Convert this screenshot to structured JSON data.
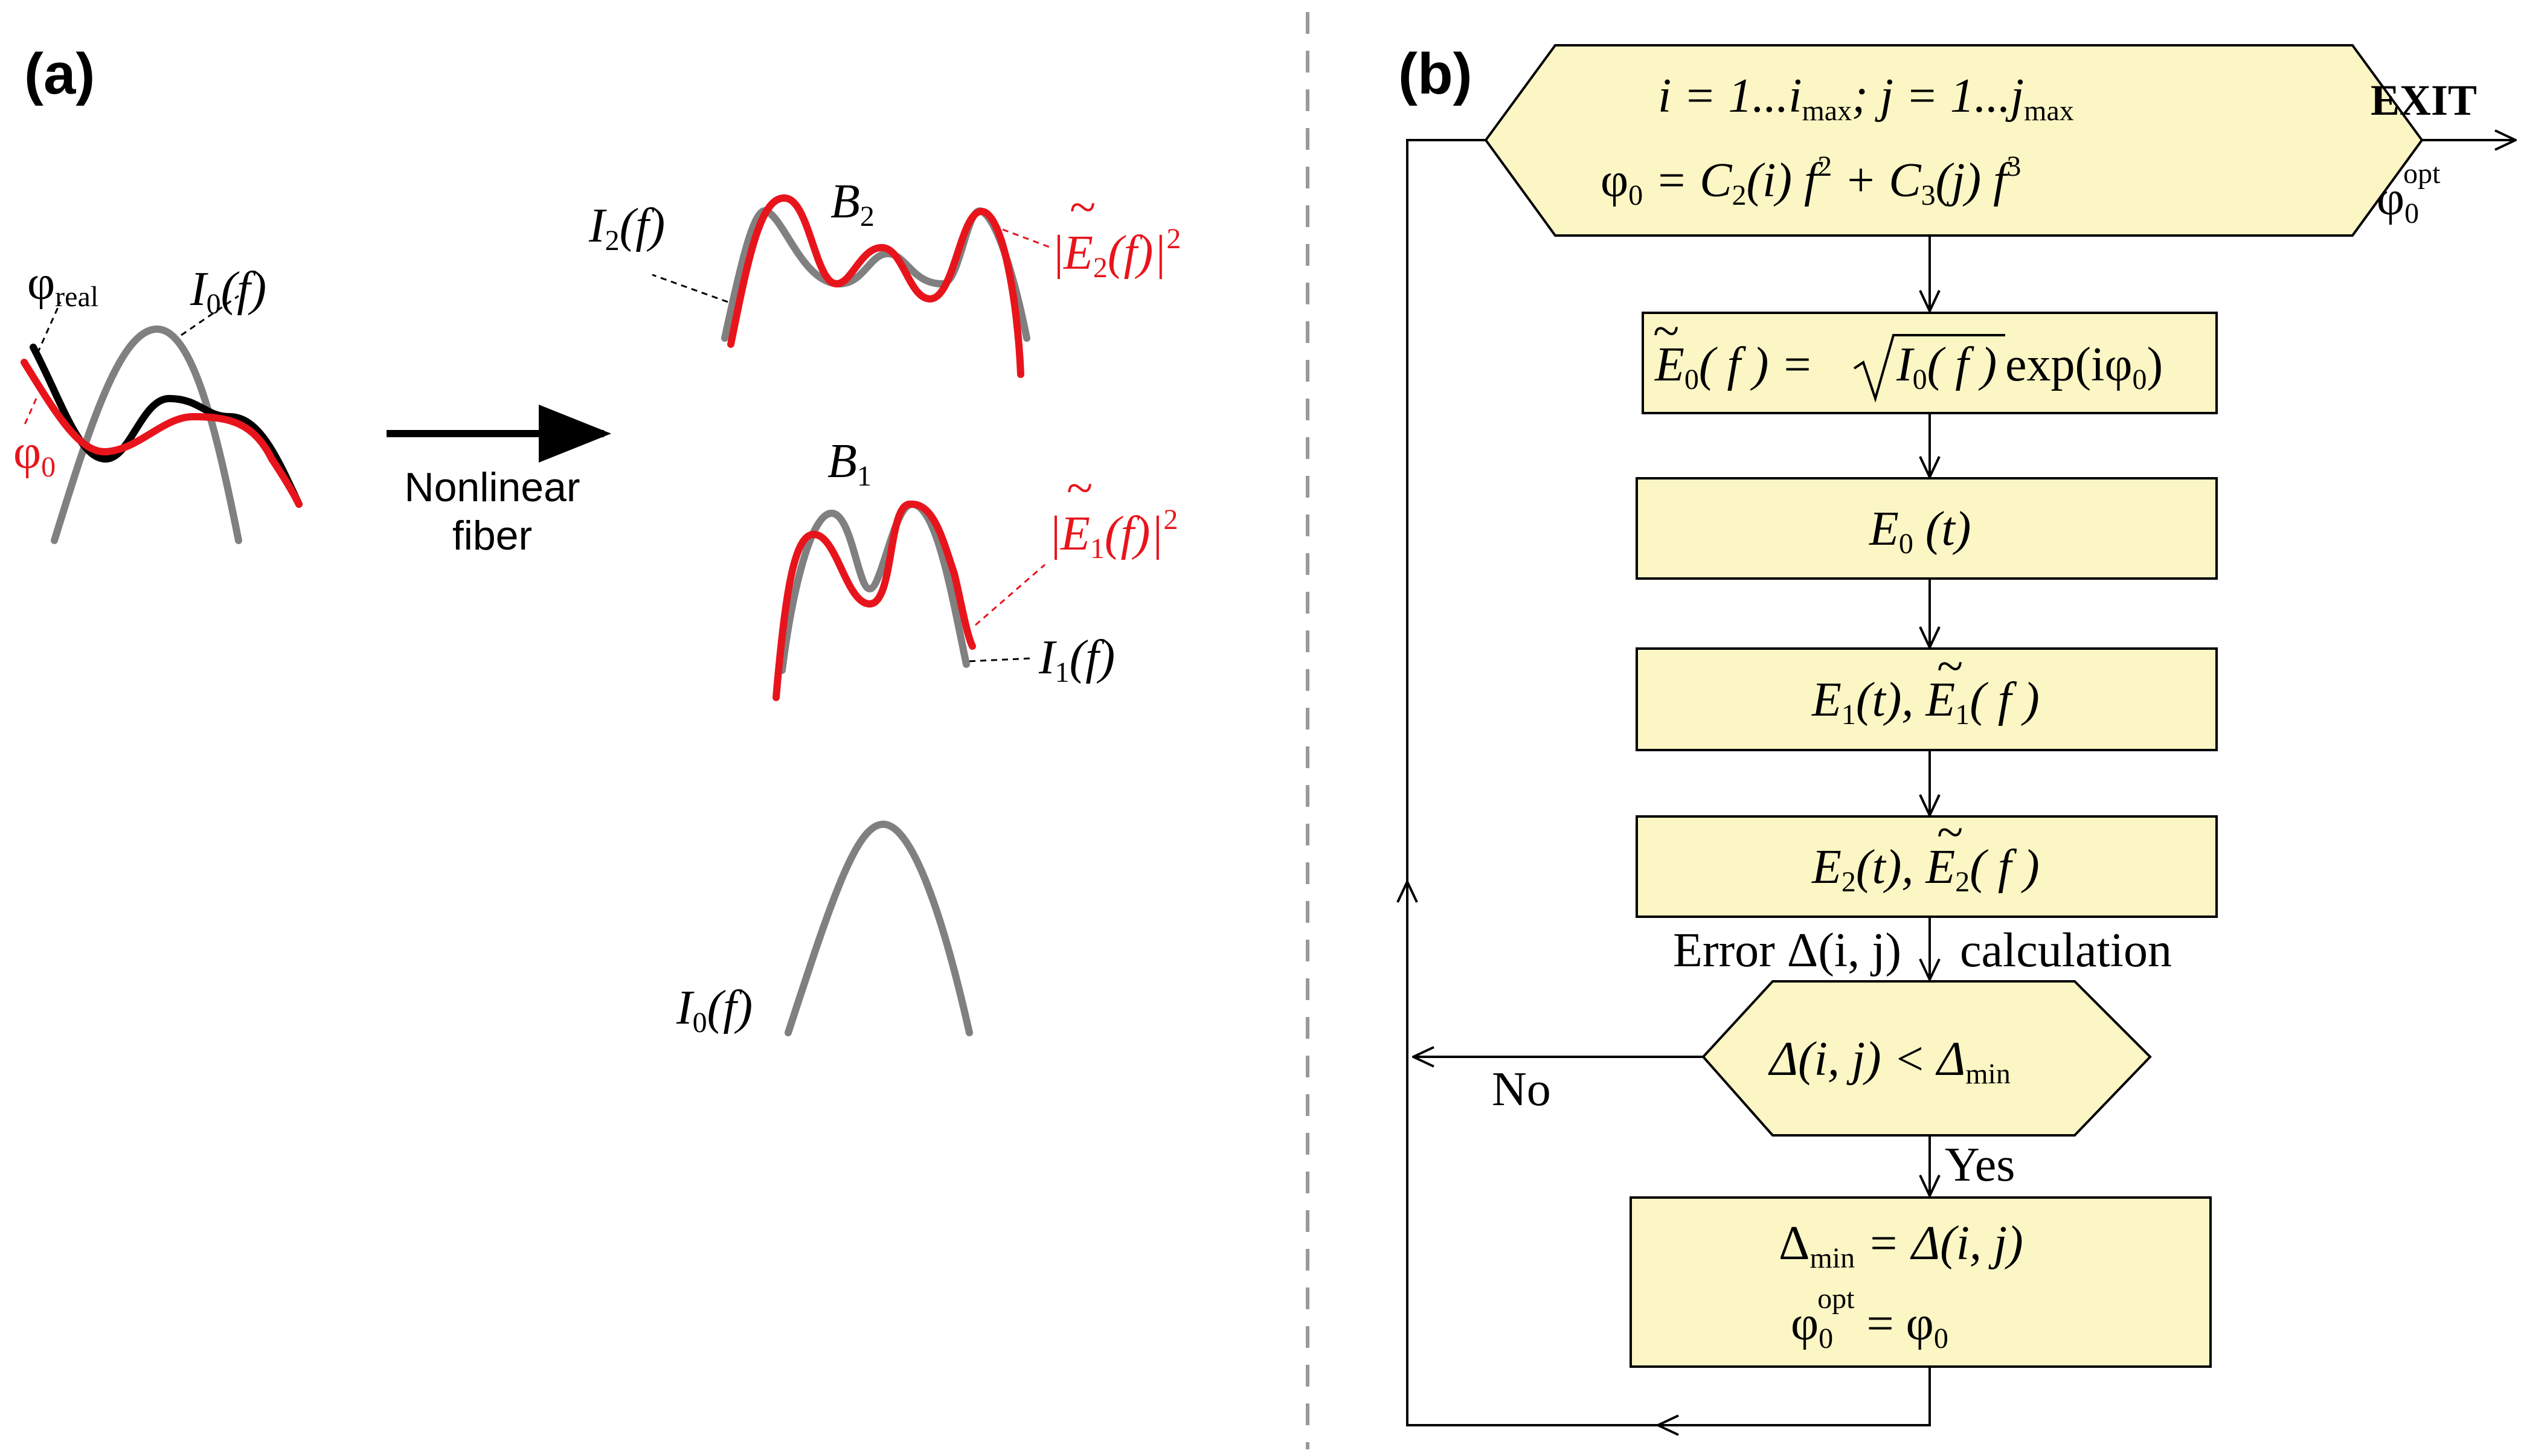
{
  "panels": {
    "a": {
      "label": "(a)",
      "input_phase_real_label": "φ",
      "input_phase_real_sub": "real",
      "input_phase_label": "φ",
      "input_phase_sub": "0",
      "input_spectrum_label_I": "I",
      "input_spectrum_label_sub": "0",
      "input_spectrum_label_arg": "(f)",
      "arrow_label_line1": "Nonlinear",
      "arrow_label_line2": "fiber",
      "top_I": "I",
      "top_I_sub": "2",
      "top_I_arg": "(f)",
      "top_B": "B",
      "top_B_sub": "2",
      "top_E_label_pre": "|",
      "top_E_label_E": "E",
      "top_E_label_sub": "2",
      "top_E_label_post": "(f)|",
      "top_E_label_sup": "2",
      "mid_B": "B",
      "mid_B_sub": "1",
      "mid_E_label_pre": "|",
      "mid_E_label_E": "E",
      "mid_E_label_sub": "1",
      "mid_E_label_post": "(f)|",
      "mid_E_label_sup": "2",
      "mid_I": "I",
      "mid_I_sub": "1",
      "mid_I_arg": "(f)",
      "bot_I": "I",
      "bot_I_sub": "0",
      "bot_I_arg": "(f)"
    },
    "b": {
      "label": "(b)",
      "loop_line1": "i = 1...i",
      "loop_line1_sub": "max",
      "loop_line1_mid": "; j = 1...j",
      "loop_line1_sub2": "max",
      "loop_line2_phi": "φ",
      "loop_line2_sub": "0",
      "loop_line2_rest": " = C",
      "loop_line2_c2sub": "2",
      "loop_line2_mid": "(i) f",
      "loop_line2_sup1": "2",
      "loop_line2_plus": " + C",
      "loop_line2_c3sub": "3",
      "loop_line2_end": "(j) f",
      "loop_line2_sup2": "3",
      "exit_label": "EXIT",
      "exit_phi": "φ",
      "exit_sub": "0",
      "exit_sup": "opt",
      "box1_E": "E",
      "box1_sub": "0",
      "box1_rest": "( f ) =",
      "box1_root": "I",
      "box1_root_sub": "0",
      "box1_root_arg": "( f )",
      "box1_exp": " exp(iφ",
      "box1_exp_sub": "0",
      "box1_exp_end": ")",
      "box2_E": "E",
      "box2_sub": "0",
      "box2_arg": " (t)",
      "box3_E": "E",
      "box3_sub": "1",
      "box3_arg": "(t), ",
      "box3_E2": "E",
      "box3_sub2": "1",
      "box3_arg2": "( f )",
      "box4_E": "E",
      "box4_sub": "2",
      "box4_arg": "(t), ",
      "box4_E2": "E",
      "box4_sub2": "2",
      "box4_arg2": "( f )",
      "error_left": "Error Δ(i, j)",
      "error_right": "calculation",
      "decision": "Δ(i, j) < Δ",
      "decision_sub": "min",
      "no_label": "No",
      "yes_label": "Yes",
      "final_line1_pre": "Δ",
      "final_line1_sub": "min",
      "final_line1_rest": " = Δ(i, j)",
      "final_line2_phi": "φ",
      "final_line2_sub": "0",
      "final_line2_sup": "opt",
      "final_line2_rest": " = φ",
      "final_line2_sub2": "0"
    }
  },
  "colors": {
    "highlight_red": "#e8141c",
    "spectrum_grey": "#808080",
    "box_fill": "#fbf6c4",
    "divider": "#999999"
  }
}
